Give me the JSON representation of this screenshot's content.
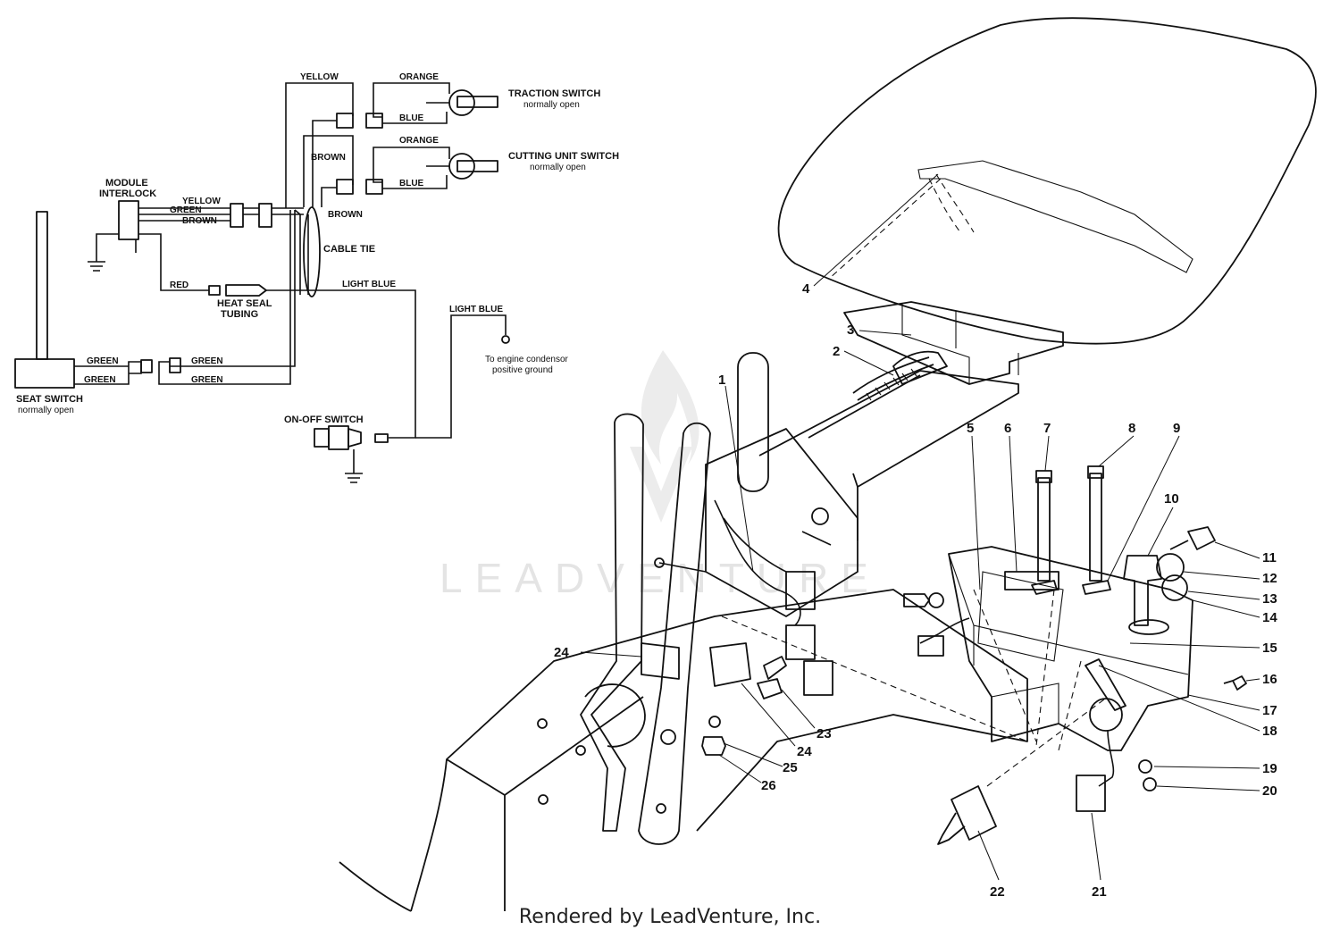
{
  "watermark": "LEADVENTURE",
  "footer": "Rendered by LeadVenture, Inc.",
  "schematic": {
    "wire_labels": {
      "yellow_top": "YELLOW",
      "orange_1": "ORANGE",
      "blue_1": "BLUE",
      "brown_top": "BROWN",
      "orange_2": "ORANGE",
      "blue_2": "BLUE",
      "brown_right": "BROWN",
      "module_yellow": "YELLOW",
      "module_green": "GREEN",
      "module_brown": "BROWN",
      "red": "RED",
      "light_blue_1": "LIGHT BLUE",
      "light_blue_2": "LIGHT BLUE",
      "green_1": "GREEN",
      "green_2": "GREEN",
      "green_3": "GREEN",
      "green_4": "GREEN"
    },
    "components": {
      "traction_switch": "TRACTION SWITCH",
      "traction_switch_note": "normally open",
      "cutting_unit_switch": "CUTTING UNIT SWITCH",
      "cutting_unit_switch_note": "normally open",
      "module_line1": "MODULE",
      "module_line2": "INTERLOCK",
      "cable_tie": "CABLE TIE",
      "heat_seal_line1": "HEAT SEAL",
      "heat_seal_line2": "TUBING",
      "engine_note_line1": "To engine condensor",
      "engine_note_line2": "positive ground",
      "seat_switch": "SEAT SWITCH",
      "seat_switch_note": "normally open",
      "on_off_switch": "ON-OFF SWITCH"
    }
  },
  "callouts": [
    "1",
    "2",
    "3",
    "4",
    "5",
    "6",
    "7",
    "8",
    "9",
    "10",
    "11",
    "12",
    "13",
    "14",
    "15",
    "16",
    "17",
    "18",
    "19",
    "20",
    "21",
    "22",
    "23",
    "24",
    "24",
    "25",
    "26"
  ]
}
